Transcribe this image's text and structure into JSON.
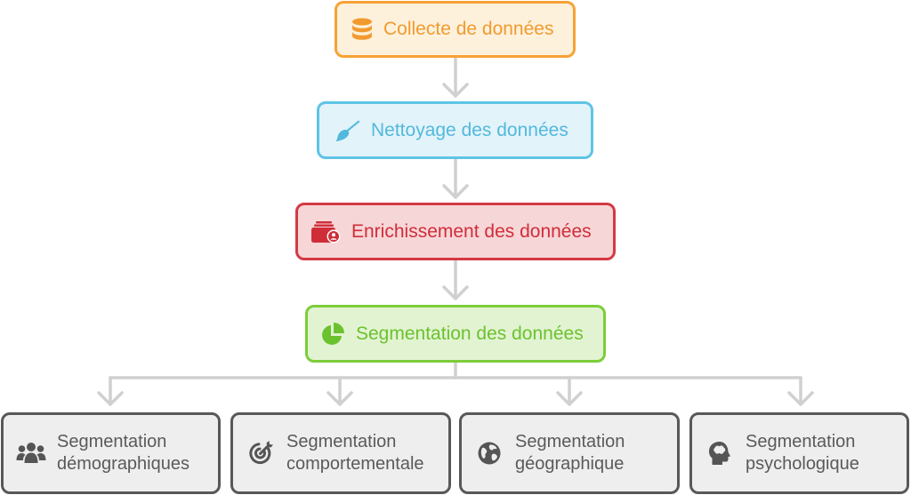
{
  "steps": [
    {
      "label": "Collecte de données",
      "icon": "database-icon",
      "text_color": "#f29a2e",
      "border": "#f7a235",
      "fill": "#fdf1dc"
    },
    {
      "label": "Nettoyage des données",
      "icon": "broom-icon",
      "text_color": "#52b9dd",
      "border": "#5ec4e6",
      "fill": "#e3f3fa"
    },
    {
      "label": "Enrichissement des données",
      "icon": "user-folder-icon",
      "text_color": "#cf2e39",
      "border": "#d43a44",
      "fill": "#f7d6d8"
    },
    {
      "label": "Segmentation des données",
      "icon": "pie-chart-icon",
      "text_color": "#6cc22e",
      "border": "#7ccd3b",
      "fill": "#e2f3d2"
    }
  ],
  "segments": [
    {
      "label": "Segmentation\ndémographiques",
      "icon": "users-icon"
    },
    {
      "label": "Segmentation\ncomportementale",
      "icon": "target-icon"
    },
    {
      "label": "Segmentation\ngéographique",
      "icon": "globe-icon"
    },
    {
      "label": "Segmentation\npsychologique",
      "icon": "head-brain-icon"
    }
  ],
  "colors": {
    "connector": "#d0d0d0",
    "segment_border": "#585858",
    "segment_fill": "#eeeeee",
    "segment_text": "#5a5a5a",
    "segment_icon": "#555555"
  }
}
